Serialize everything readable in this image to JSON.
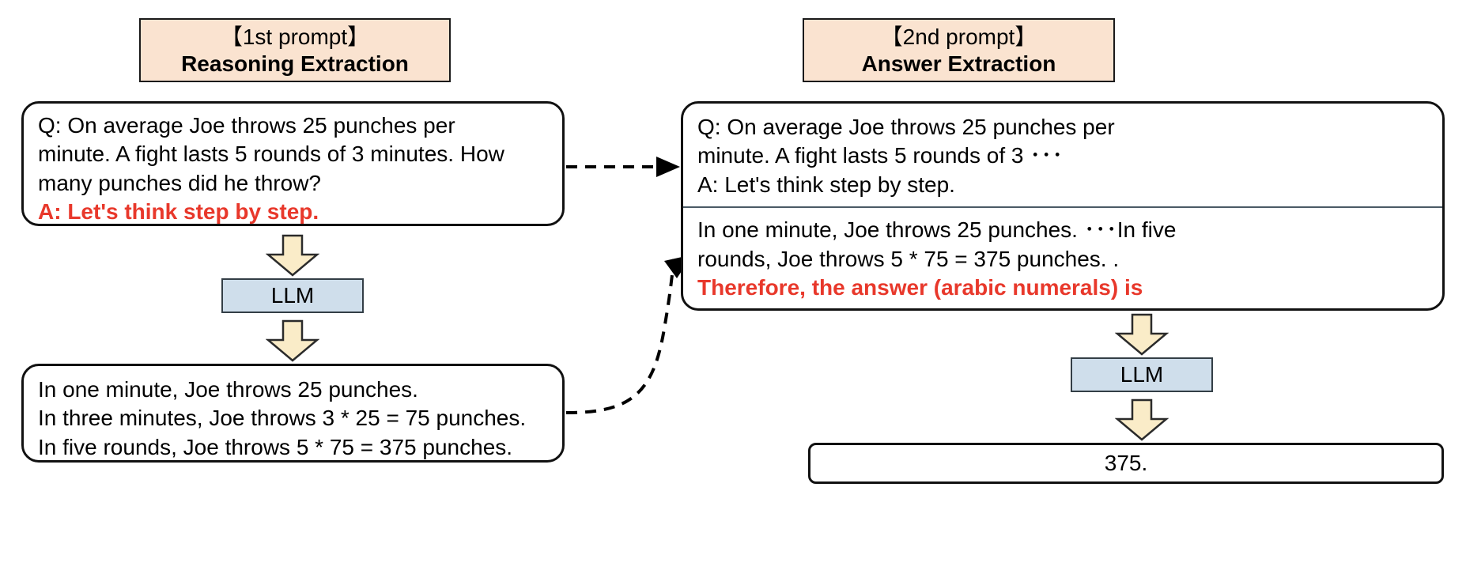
{
  "figure": {
    "title": "Zero-shot Chain-of-Thought two stage prompting",
    "background_color": "#ffffff",
    "accent_red": "#e8382b",
    "banner_fill": "#fae3d0",
    "llm_fill": "#cfdeeb",
    "arrow_fill": "#faecc8",
    "divider_color": "#4a5a66"
  },
  "left_stage": {
    "banner": {
      "bracket_label": "【1st prompt】",
      "title": "Reasoning Extraction"
    },
    "prompt_box": {
      "lines": [
        "Q: On average Joe throws 25 punches per",
        "minute.  A fight lasts 5 rounds of 3 minutes.  How",
        "many punches did he throw?"
      ],
      "red_line": "A: Let's think step by step."
    },
    "model_label": "LLM",
    "output_box": {
      "lines": [
        "In one minute, Joe throws 25 punches.",
        "In three minutes, Joe throws 3 * 25 = 75 punches.",
        "In five rounds, Joe throws 5 * 75 = 375 punches."
      ]
    }
  },
  "right_stage": {
    "banner": {
      "bracket_label": "【2nd prompt】",
      "title": "Answer Extraction"
    },
    "prompt_box": {
      "upper_lines": [
        "Q: On average Joe throws 25 punches per",
        "minute.  A fight lasts 5 rounds of 3 ･･･",
        "A: Let's think step by step."
      ],
      "lower_lines": [
        "In one minute, Joe throws 25 punches. ･･･In five",
        "rounds, Joe throws 5 * 75 = 375 punches. ."
      ],
      "red_line": "Therefore, the answer (arabic numerals) is"
    },
    "model_label": "LLM",
    "answer_box": {
      "text": "375."
    }
  },
  "icons": {
    "down_arrow": "down-block-arrow",
    "dashed_arrow": "dashed-flow-arrow"
  }
}
